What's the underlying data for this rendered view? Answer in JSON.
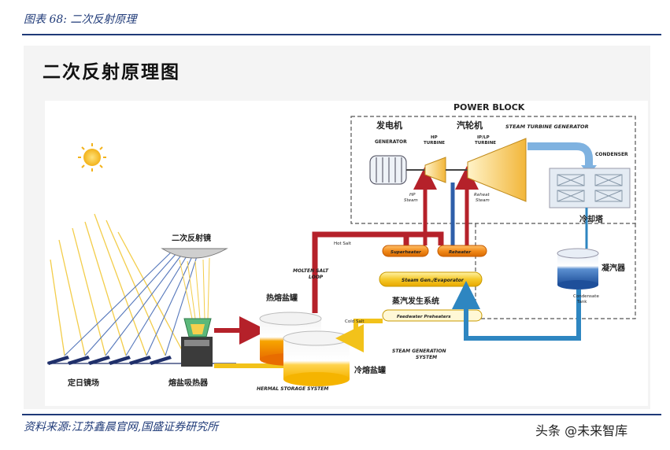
{
  "header": {
    "figure_label": "图表 68:  二次反射原理"
  },
  "title": "二次反射原理图",
  "labels": {
    "power_block": "POWER BLOCK",
    "generator_cn": "发电机",
    "generator_en": "GENERATOR",
    "turbine_cn": "汽轮机",
    "stg_en": "STEAM TURBINE GENERATOR",
    "hp_turbine_1": "HP",
    "hp_turbine_2": "TURBINE",
    "iplp_turbine_1": "IP/LP",
    "iplp_turbine_2": "TURBINE",
    "condenser": "CONDENSER",
    "hp_steam_1": "HP",
    "hp_steam_2": "Steam",
    "reheat_steam_1": "Reheat",
    "reheat_steam_2": "Steam",
    "cooling_tower_cn": "冷却塔",
    "secondary_mirror_cn": "二次反射镜",
    "hot_salt": "Hot Salt",
    "superheater": "Superheater",
    "reheater": "Reheater",
    "molten_salt_1": "MOLTEN SALT",
    "molten_salt_2": "LOOP",
    "steam_gen": "Steam Gen./Evaporator",
    "steam_gen_sys_cn": "蒸汽发生系统",
    "hot_tank_cn": "热熔盐罐",
    "cold_salt": "Cold Salt",
    "feedwater": "Feedwater Preheaters",
    "condenser_cn": "凝汽器",
    "condensate_1": "Condensate",
    "condensate_2": "Tank",
    "steam_gen_sys_en_1": "STEAM GENERATION",
    "steam_gen_sys_en_2": "SYSTEM",
    "cold_tank_cn": "冷熔盐罐",
    "heliostat_cn": "定日镜场",
    "receiver_cn": "熔盐吸热器",
    "storage_en": "HERMAL STORAGE SYSTEM"
  },
  "footer": {
    "source": "资料来源:江苏鑫晨官网,国盛证券研究所",
    "watermark": "头条 @未来智库"
  },
  "colors": {
    "brand": "#1f3a78",
    "hot_pipe": "#b5212a",
    "cold_pipe": "#f2c21a",
    "water_pipe": "#2e86c1",
    "sun": "#f4c430"
  }
}
